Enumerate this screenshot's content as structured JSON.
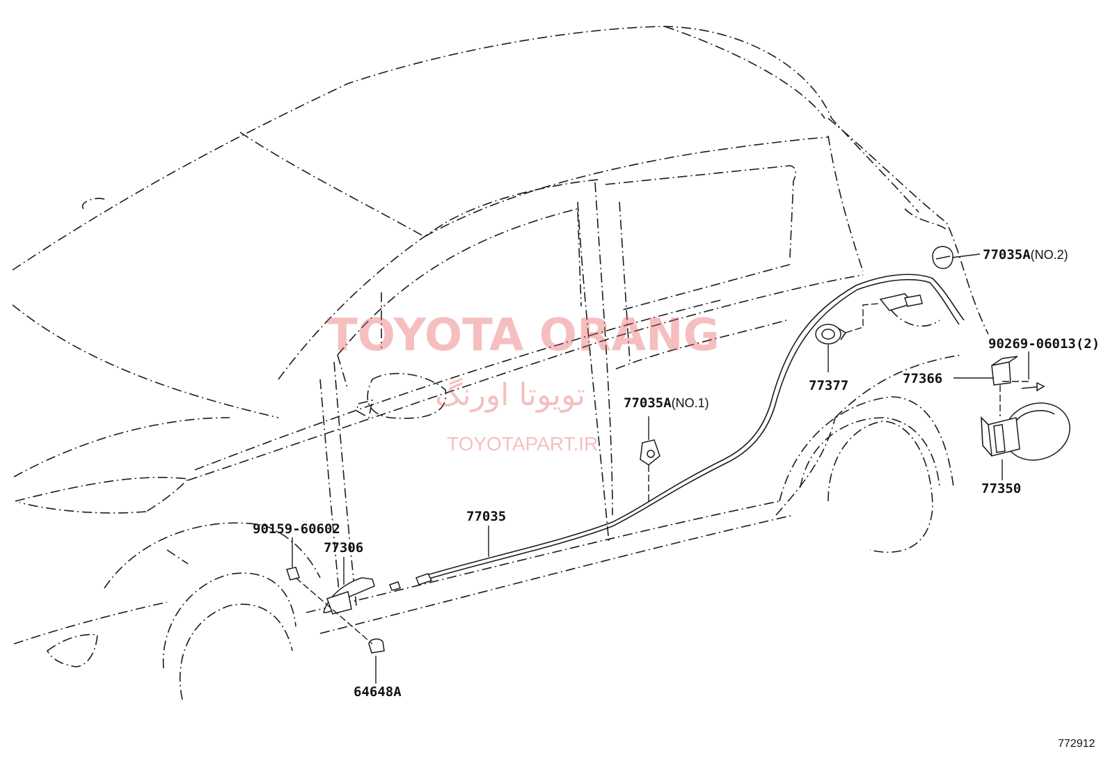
{
  "colors": {
    "line": "#1a1a1a",
    "watermark": "#e55a5a"
  },
  "watermark": {
    "title": "TOYOTA ORANG",
    "subtitle": "تویوتا اورنگ",
    "url": "TOYOTAPART.IR"
  },
  "reference": "772912",
  "callouts": [
    {
      "id": "c1",
      "number": "77035A",
      "suffix": "(NO.2)"
    },
    {
      "id": "c2",
      "number": "90269-06013",
      "suffix": "(2)"
    },
    {
      "id": "c3",
      "number": "77366",
      "suffix": ""
    },
    {
      "id": "c4",
      "number": "77377",
      "suffix": ""
    },
    {
      "id": "c5",
      "number": "77035A",
      "suffix": "(NO.1)"
    },
    {
      "id": "c6",
      "number": "77350",
      "suffix": ""
    },
    {
      "id": "c7",
      "number": "77035",
      "suffix": ""
    },
    {
      "id": "c8",
      "number": "90159-60602",
      "suffix": ""
    },
    {
      "id": "c9",
      "number": "77306",
      "suffix": ""
    },
    {
      "id": "c10",
      "number": "64648A",
      "suffix": ""
    }
  ]
}
